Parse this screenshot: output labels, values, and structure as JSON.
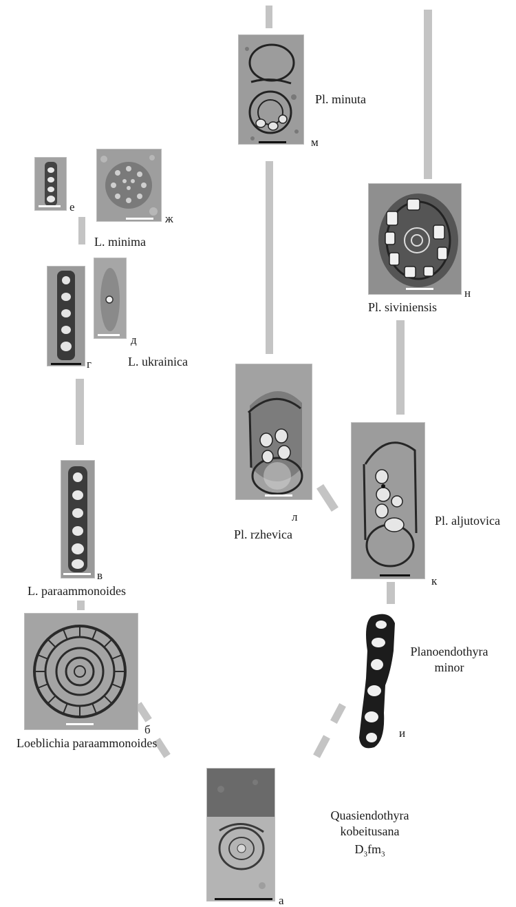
{
  "specimens": {
    "a": {
      "letter": "а",
      "name_line1": "Quasiendothyra",
      "name_line2": "kobeitusana",
      "stratigraphy": "D",
      "strat_sub": "3",
      "strat_rest": "fm",
      "strat_sub2": "3"
    },
    "b": {
      "letter": "б",
      "name": "Loeblichia paraammonoides"
    },
    "v": {
      "letter": "в",
      "name": "L. paraammonoides"
    },
    "g": {
      "letter": "г"
    },
    "d": {
      "letter": "д",
      "name": "L. ukrainica"
    },
    "e": {
      "letter": "е"
    },
    "zh": {
      "letter": "ж",
      "name": "L. minima"
    },
    "i": {
      "letter": "и",
      "name_line1": "Planoendothyra",
      "name_line2": "minor"
    },
    "k": {
      "letter": "к",
      "name": "Pl. aljutovica"
    },
    "l": {
      "letter": "л",
      "name": "Pl. rzhevica"
    },
    "m": {
      "letter": "м",
      "name": "Pl. minuta"
    },
    "n": {
      "letter": "н",
      "name": "Pl. siviniensis"
    }
  },
  "colors": {
    "connector": "#c4c4c4",
    "rock_dark": "#2a2a2a",
    "rock_light": "#a8a8a8"
  }
}
